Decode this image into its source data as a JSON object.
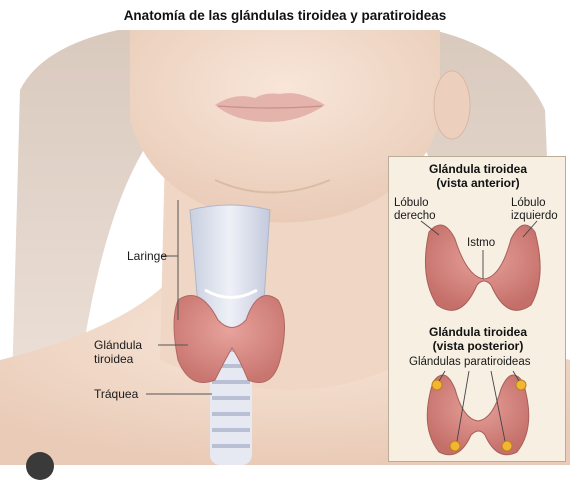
{
  "title": "Anatomía de las glándulas tiroidea y paratiroideas",
  "labels": {
    "larynx": "Laringe",
    "thyroid_line1": "Glándula",
    "thyroid_line2": "tiroidea",
    "trachea": "Tráquea"
  },
  "inset": {
    "anterior_title_line1": "Glándula tiroidea",
    "anterior_title_line2": "(vista anterior)",
    "right_lobe_line1": "Lóbulo",
    "right_lobe_line2": "derecho",
    "left_lobe_line1": "Lóbulo",
    "left_lobe_line2": "izquierdo",
    "isthmus": "Istmo",
    "posterior_title_line1": "Glándula tiroidea",
    "posterior_title_line2": "(vista posterior)",
    "parathyroid": "Glándulas paratiroideas"
  },
  "colors": {
    "skin": "#f2dccd",
    "thyroid": "#d98b86",
    "parathyroid": "#f2b632",
    "inset_bg": "#f6efe2"
  }
}
